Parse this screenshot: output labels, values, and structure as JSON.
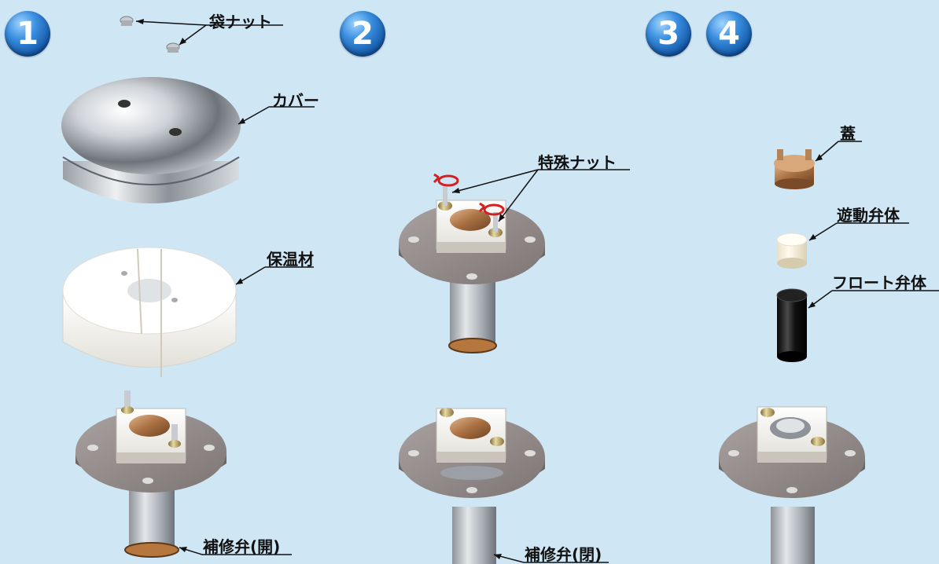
{
  "steps": [
    "1",
    "2",
    "3",
    "4"
  ],
  "labels": {
    "cap_nut": "袋ナット",
    "cover": "カバー",
    "insulation": "保温材",
    "repair_valve_open": "補修弁(開)",
    "special_nut": "特殊ナット",
    "repair_valve_closed": "補修弁(閉)",
    "lid": "蓋",
    "free_valve_body": "遊動弁体",
    "float_valve_body": "フロート弁体"
  },
  "colors": {
    "background": "#cfe6f5",
    "step_badge": "#1f66c0",
    "rotation_arrow": "#d42020",
    "bronze": "#b07a4a",
    "flange": "#8e8582"
  }
}
